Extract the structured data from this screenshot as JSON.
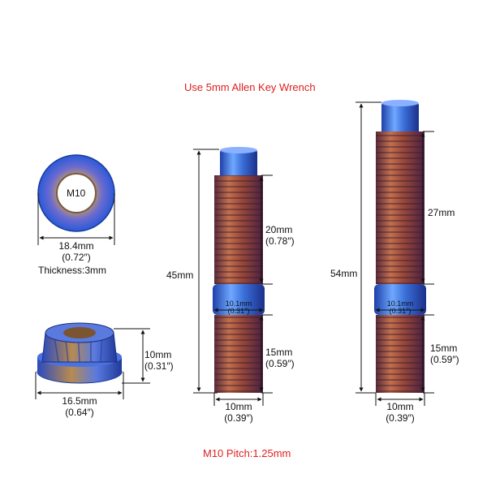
{
  "header_note": "Use 5mm Allen Key Wrench",
  "footer_note": "M10 Pitch:1.25mm",
  "washer": {
    "center_label": "M10",
    "diameter_mm": "18.4mm",
    "diameter_in": "(0.72″)",
    "thickness": "Thickness:3mm"
  },
  "flange_nut": {
    "height_mm": "10mm",
    "height_in": "(0.31″)",
    "width_mm": "16.5mm",
    "width_in": "(0.64″)"
  },
  "stud_45": {
    "total_length": "45mm",
    "upper_thread_mm": "20mm",
    "upper_thread_in": "(0.78″)",
    "collar_mm": "10.1mm",
    "collar_in": "(0.31″)",
    "lower_thread_mm": "15mm",
    "lower_thread_in": "(0.59″)",
    "diameter_mm": "10mm",
    "diameter_in": "(0.39″)"
  },
  "stud_54": {
    "total_length": "54mm",
    "upper_thread_mm": "27mm",
    "collar_mm": "10.1mm",
    "collar_in": "(0.31″)",
    "lower_thread_mm": "15mm",
    "lower_thread_in": "(0.59″)",
    "diameter_mm": "10mm",
    "diameter_in": "(0.39″)"
  },
  "colors": {
    "accent_red": "#e02020",
    "blue_anodized": "#3a6fd8",
    "bronze_thread": "#9a4a3a"
  }
}
